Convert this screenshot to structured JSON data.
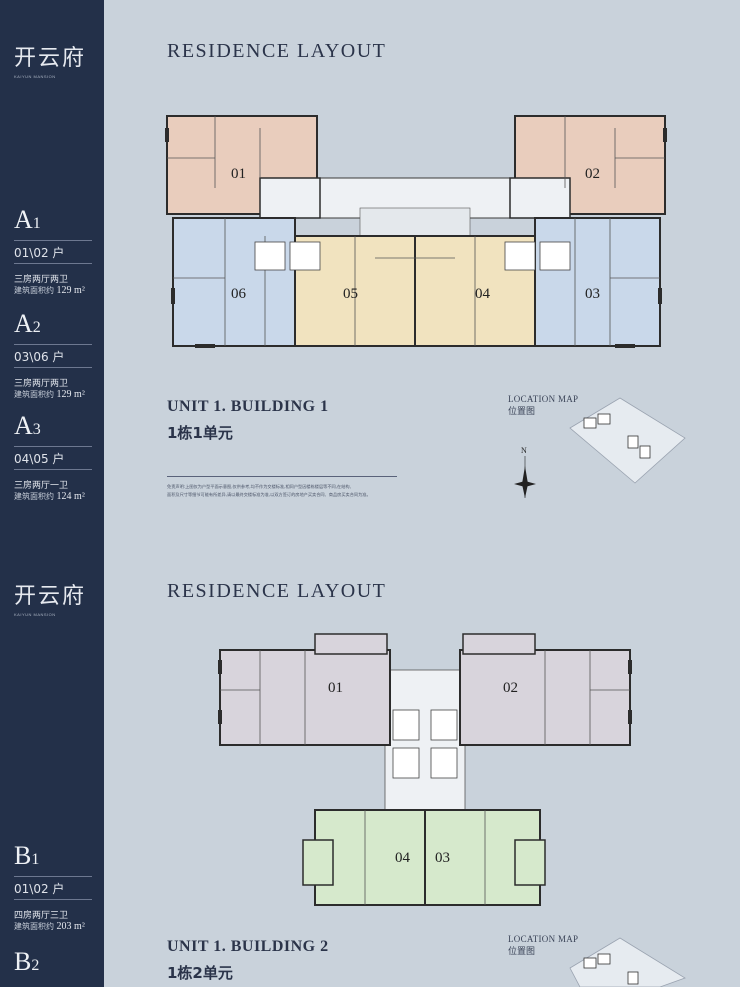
{
  "sidebar": {
    "logo_text": "开云府",
    "logo_tag": "KAIYUN MANSION",
    "units": [
      {
        "code": "A",
        "num": "1",
        "households": "01\\02 户",
        "type": "三房两厅两卫",
        "area_label": "建筑面积约",
        "area": "129 m²"
      },
      {
        "code": "A",
        "num": "2",
        "households": "03\\06 户",
        "type": "三房两厅两卫",
        "area_label": "建筑面积约",
        "area": "129 m²"
      },
      {
        "code": "A",
        "num": "3",
        "households": "04\\05 户",
        "type": "三房两厅一卫",
        "area_label": "建筑面积约",
        "area": "124 m²"
      },
      {
        "code": "B",
        "num": "1",
        "households": "01\\02 户",
        "type": "四房两厅三卫",
        "area_label": "建筑面积约",
        "area": "203 m²"
      },
      {
        "code": "B",
        "num": "2"
      }
    ]
  },
  "section1": {
    "title": "RESIDENCE  LAYOUT",
    "unit_en": "UNIT 1. BUILDING 1",
    "unit_cn": "1栋1单元",
    "loc_en": "LOCATION MAP",
    "loc_cn": "位置图",
    "compass": "N",
    "disclaimer_1": "免责声明:上图仅为户型平面示意图,仅供参考,均不作为交楼标准,相同户型因楼栋楼层等不同,在结构、",
    "disclaimer_2": "面积及尺寸等细节可能有所差异,请以最终交楼标准为准,以双方签订的房地产买卖合同、商品房买卖合同为准。",
    "plan_labels": [
      "01",
      "02",
      "03",
      "04",
      "05",
      "06"
    ]
  },
  "section2": {
    "title": "RESIDENCE  LAYOUT",
    "unit_en": "UNIT 1. BUILDING 2",
    "unit_cn": "1栋2单元",
    "loc_en": "LOCATION MAP",
    "loc_cn": "位置图",
    "plan_labels": [
      "01",
      "02",
      "03",
      "04"
    ]
  },
  "colors": {
    "sidebar": "#233049",
    "page": "#c9d2db",
    "a1": "#e9cdbd",
    "a2": "#c9d8ea",
    "a3": "#f1e3bf",
    "b1": "#d8d4dc",
    "b3": "#d6e9cc"
  }
}
